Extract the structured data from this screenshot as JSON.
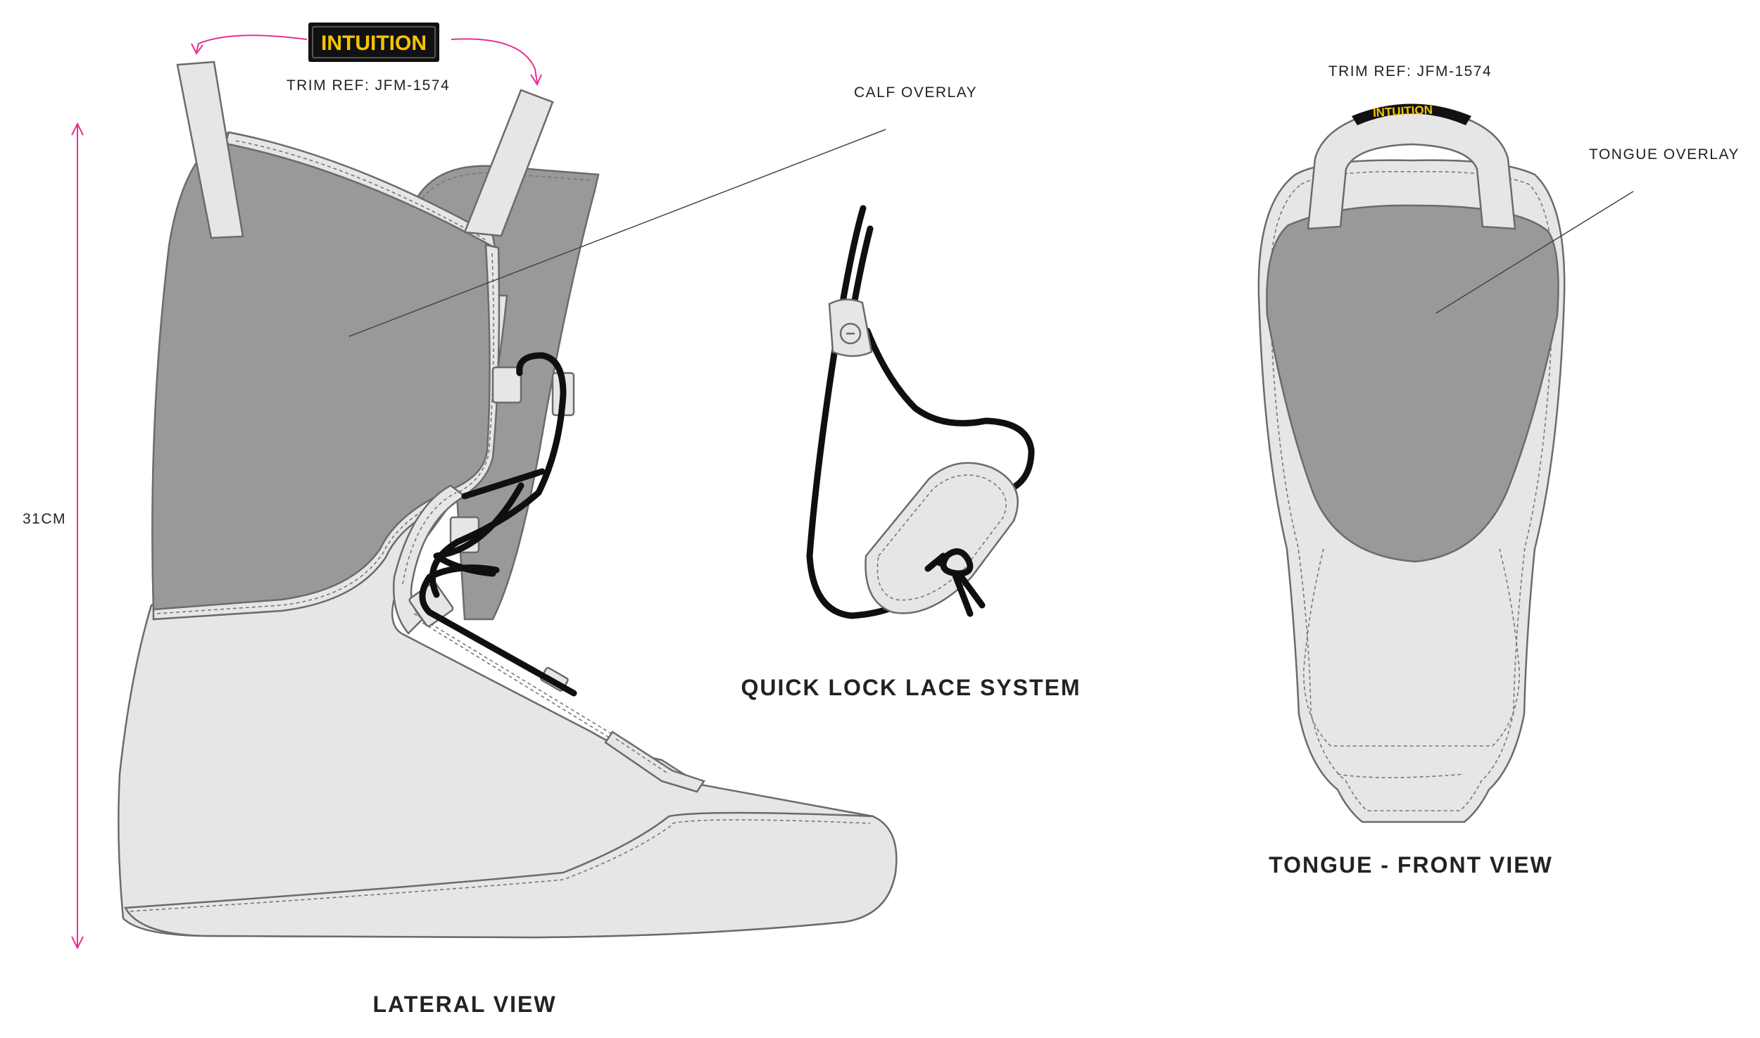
{
  "labels": {
    "dimension": "31CM",
    "trim_ref_lateral": "TRIM REF: JFM-1574",
    "trim_ref_tongue": "TRIM REF: JFM-1574",
    "calf_overlay": "CALF OVERLAY",
    "tongue_overlay": "TONGUE OVERLAY",
    "quick_lock": "QUICK LOCK LACE SYSTEM",
    "lateral_view": "LATERAL VIEW",
    "tongue_front_view": "TONGUE - FRONT VIEW"
  },
  "brand": {
    "badge_text": "INTUITION",
    "badge_text_color": "#f5c400",
    "badge_bg_color": "#111111"
  },
  "colors": {
    "light_panel": "#e6e6e6",
    "dark_panel": "#999999",
    "lace": "#0f0f0f",
    "dimension_marker": "#e5318f"
  }
}
